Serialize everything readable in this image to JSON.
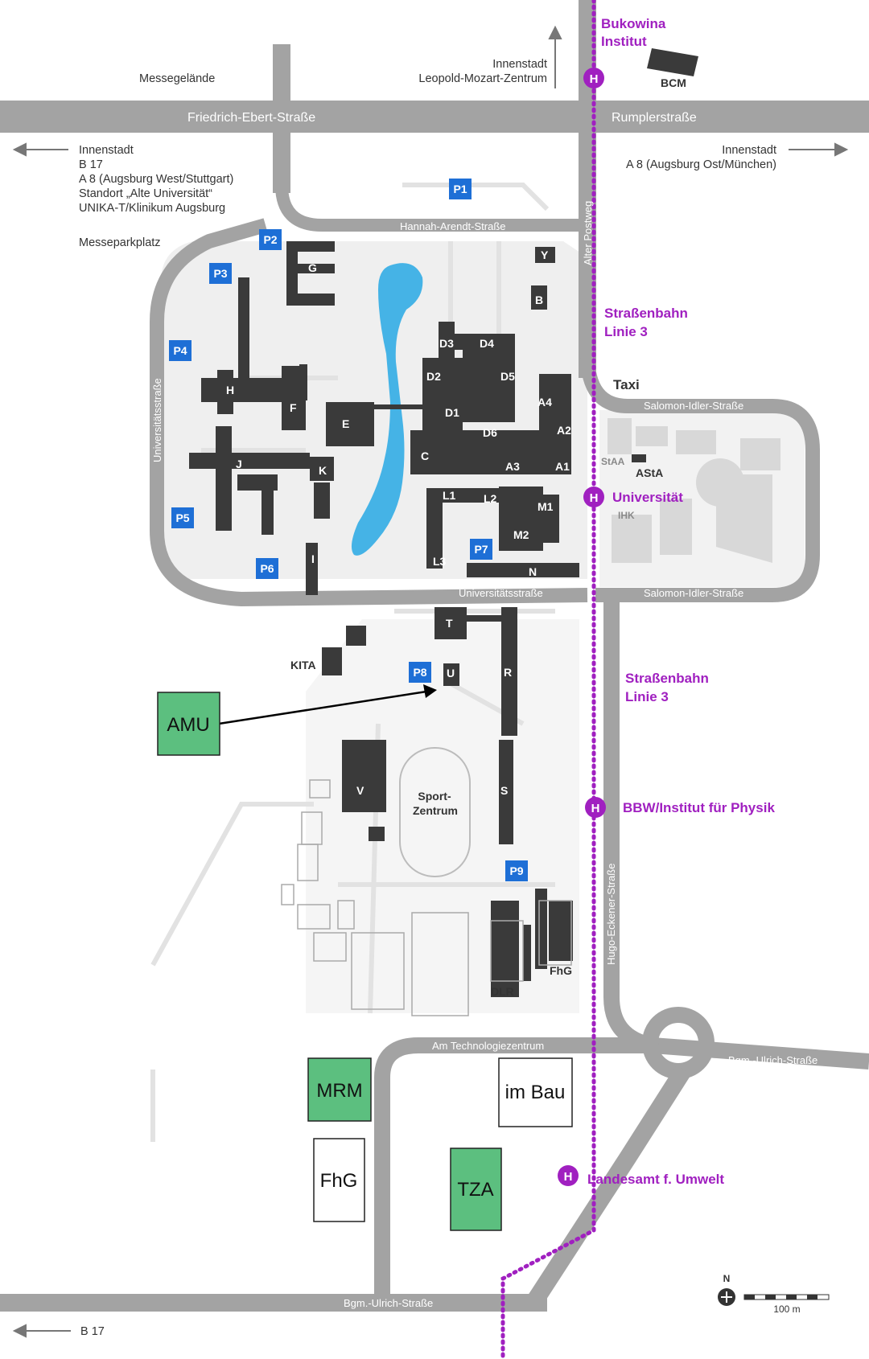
{
  "roads": {
    "friedrich_ebert": "Friedrich-Ebert-Straße",
    "rumpler": "Rumplerstraße",
    "hannah_arendt": "Hannah-Arendt-Straße",
    "alter_postweg": "Alter Postweg",
    "universitaet_left": "Universitätsstraße",
    "universitaet_bottom": "Universitätsstraße",
    "salomon_top": "Salomon-Idler-Straße",
    "salomon_bottom": "Salomon-Idler-Straße",
    "hugo_eckener": "Hugo-Eckener-Straße",
    "technologiezentrum": "Am Technologiezentrum",
    "bgm_ulrich_right": "Bgm.-Ulrich-Straße",
    "bgm_ulrich_bottom": "Bgm.-Ulrich-Straße"
  },
  "directions": {
    "messegelaende": "Messegelände",
    "innenstadt_top_1": "Innenstadt",
    "innenstadt_top_2": "Leopold-Mozart-Zentrum",
    "left_lines": [
      "Innenstadt",
      "B 17",
      "A 8 (Augsburg West/Stuttgart)",
      "Standort „Alte Universität“",
      "UNIKA-T/Klinikum Augsburg"
    ],
    "messeparkplatz": "Messeparkplatz",
    "right_1": "Innenstadt",
    "right_2": "A 8 (Augsburg Ost/München)",
    "b17_bottom": "B 17"
  },
  "parking": [
    "P1",
    "P2",
    "P3",
    "P4",
    "P5",
    "P6",
    "P7",
    "P8",
    "P9"
  ],
  "buildings": {
    "G": "G",
    "H": "H",
    "F": "F",
    "E": "E",
    "J": "J",
    "K": "K",
    "I": "I",
    "D3": "D3",
    "D4": "D4",
    "D2": "D2",
    "D5": "D5",
    "D1": "D1",
    "D6": "D6",
    "C": "C",
    "A3": "A3",
    "A1": "A1",
    "A2": "A2",
    "A4": "A4",
    "L1": "L1",
    "L2": "L2",
    "L3": "L3",
    "M1": "M1",
    "M2": "M2",
    "N": "N",
    "Y": "Y",
    "B": "B",
    "T": "T",
    "U": "U",
    "R": "R",
    "S": "S",
    "V": "V",
    "KITA": "KITA",
    "BCM": "BCM",
    "DLR": "DLR",
    "FhG": "FhG",
    "StAA": "StAA",
    "AStA": "AStA",
    "IHK": "IHK",
    "sport_1": "Sport-",
    "sport_2": "Zentrum"
  },
  "tram": {
    "bukowina_1": "Bukowina",
    "bukowina_2": "Institut",
    "linie_top_1": "Straßenbahn",
    "linie_top_2": "Linie 3",
    "universitaet": "Universität",
    "linie_mid_1": "Straßenbahn",
    "linie_mid_2": "Linie 3",
    "bbw": "BBW/Institut für Physik",
    "landesamt": "Landesamt f. Umwelt",
    "stop_marker": "H"
  },
  "taxi": "Taxi",
  "boxes": {
    "amu": "AMU",
    "mrm": "MRM",
    "im_bau": "im Bau",
    "fhg": "FhG",
    "tza": "TZA"
  },
  "scale": {
    "north": "N",
    "distance": "100 m"
  },
  "colors": {
    "road": "#a3a3a3",
    "building": "#3a3a3a",
    "parking": "#1e6fd6",
    "tram": "#a020c0",
    "water": "#45b3e6",
    "green_box": "#5cbf7f",
    "campus_fill": "#ececec"
  }
}
